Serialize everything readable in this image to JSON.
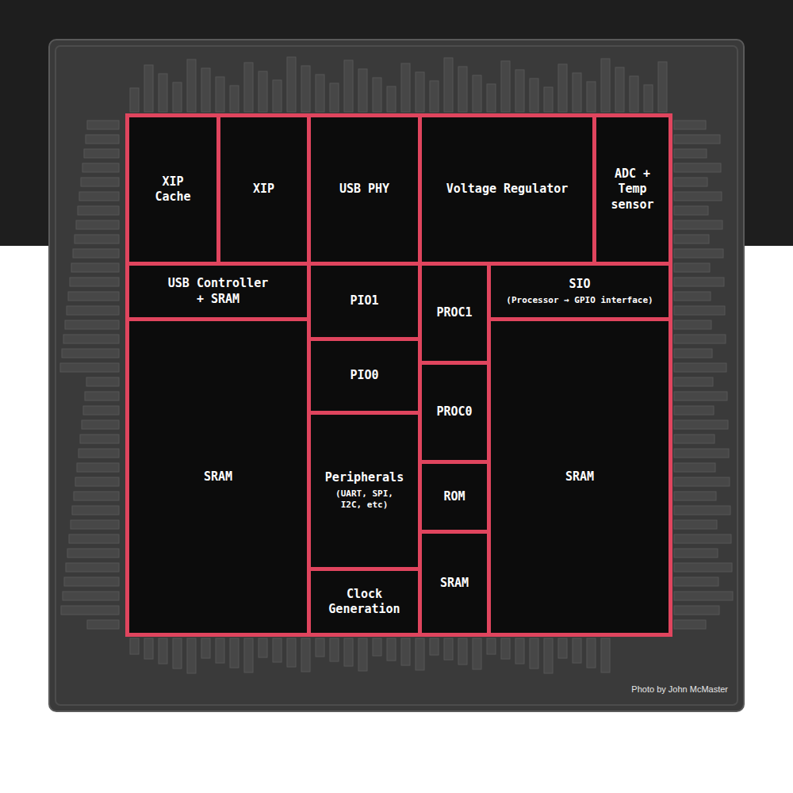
{
  "diagram": {
    "nodes": [
      {
        "text": [
          "XIP Cache"
        ]
      },
      {
        "text": [
          "XIP"
        ]
      },
      {
        "text": [
          "USB PHY"
        ]
      },
      {
        "text": [
          "Voltage Regulator"
        ]
      },
      {
        "text": [
          "ADC + Temp sensor"
        ]
      },
      {
        "text": [
          "USB Controller + SRAM"
        ]
      },
      {
        "text": [
          "PIO1"
        ]
      },
      {
        "text": [
          "PROC1"
        ]
      },
      {
        "text": [
          "SIO",
          "(Processor → GPIO interface)"
        ]
      },
      {
        "text": [
          "SRAM"
        ]
      },
      {
        "text": [
          "PIO0"
        ]
      },
      {
        "text": [
          "PROC0"
        ]
      },
      {
        "text": [
          "SRAM"
        ]
      },
      {
        "text": [
          "Peripherals",
          "(UART, SPI, I2C, etc)"
        ]
      },
      {
        "text": [
          "ROM"
        ]
      },
      {
        "text": [
          "SRAM"
        ]
      },
      {
        "text": [
          "Clock Generation"
        ]
      }
    ],
    "labels": [
      "Photo by John McMaster"
    ]
  }
}
